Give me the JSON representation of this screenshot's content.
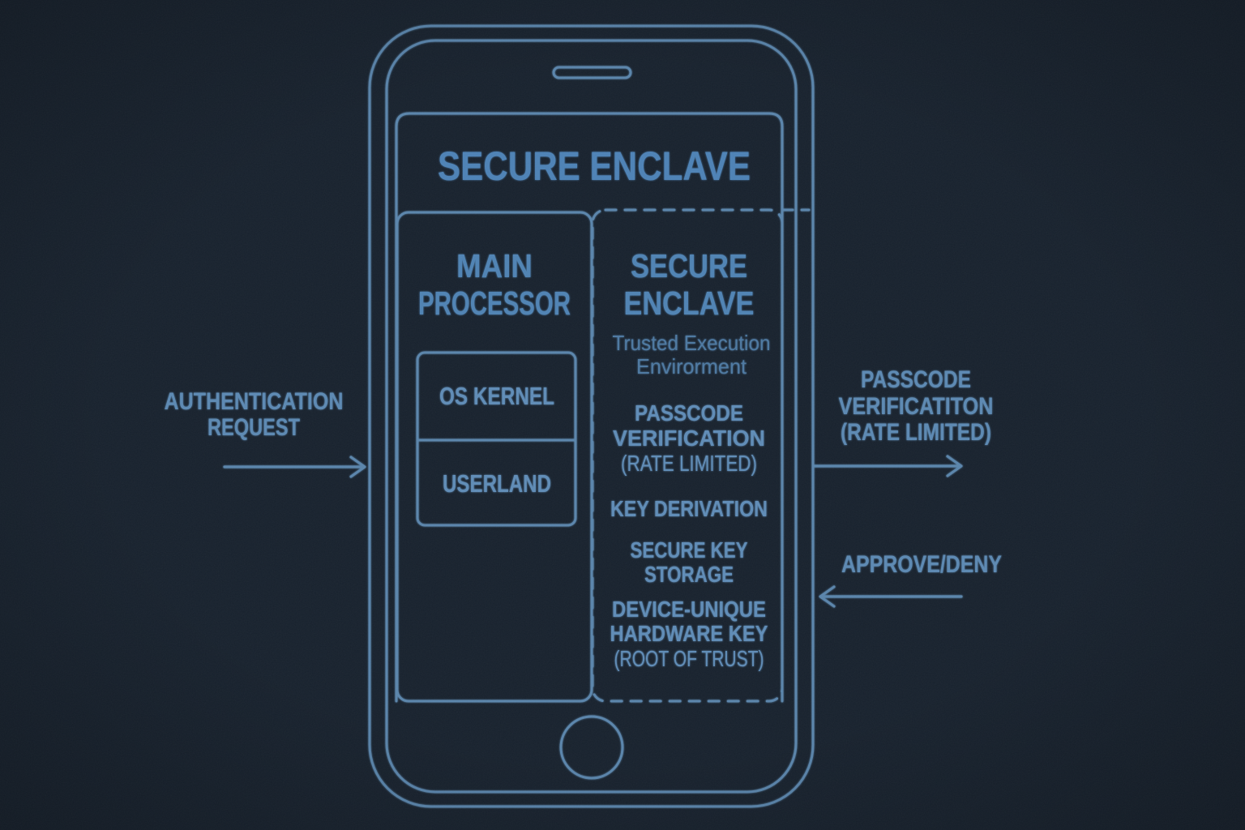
{
  "colors": {
    "background": "#18222e",
    "line_blue": "#5a85ac",
    "title_blue": "#4d82b6",
    "heading_blue": "#4f83b4",
    "text_blue": "#5e8cb7",
    "dim_blue": "#4d79a2",
    "annotation_blue": "#5b89b3"
  },
  "screen_title": "SECURE ENCLAVE",
  "main_processor": {
    "title_line1": "MAIN",
    "title_line2": "PROCESSOR",
    "os_kernel": "OS KERNEL",
    "userland": "USERLAND"
  },
  "secure_enclave": {
    "title_line1": "SECURE",
    "title_line2": "ENCLAVE",
    "subtitle_line1": "Trusted Execution",
    "subtitle_line2": "Envirorment",
    "features": [
      "PASSCODE",
      "VERIFICATION",
      "(RATE LIMITED)",
      "KEY DERIVATION",
      "SECURE KEY",
      "STORAGE",
      "DEVICE-UNIQUE",
      "HARDWARE KEY",
      "(ROOT OF TRUST)"
    ]
  },
  "annotations": {
    "auth_request": {
      "line1": "AUTHENTICATION",
      "line2": "REQUEST"
    },
    "passcode_verification": {
      "line1": "PASSCODE",
      "line2": "VERIFICATITON",
      "line3": "(RATE LIMITED)"
    },
    "approve_deny": "APPROVE/DENY"
  }
}
